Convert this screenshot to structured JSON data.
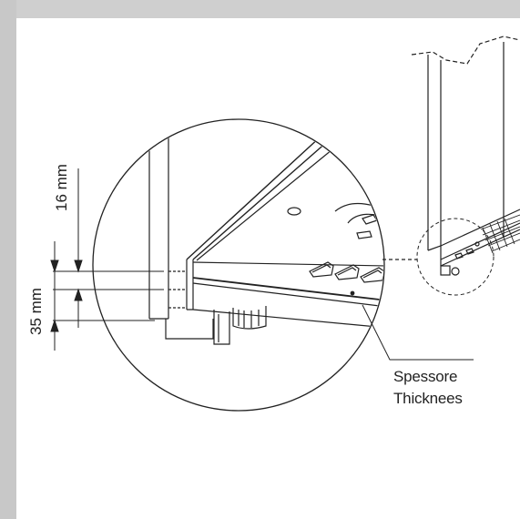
{
  "labels": {
    "dim_top": "16 mm",
    "dim_bottom": "35 mm",
    "callout_line1": "Spessore",
    "callout_line2": "Thicknees"
  }
}
